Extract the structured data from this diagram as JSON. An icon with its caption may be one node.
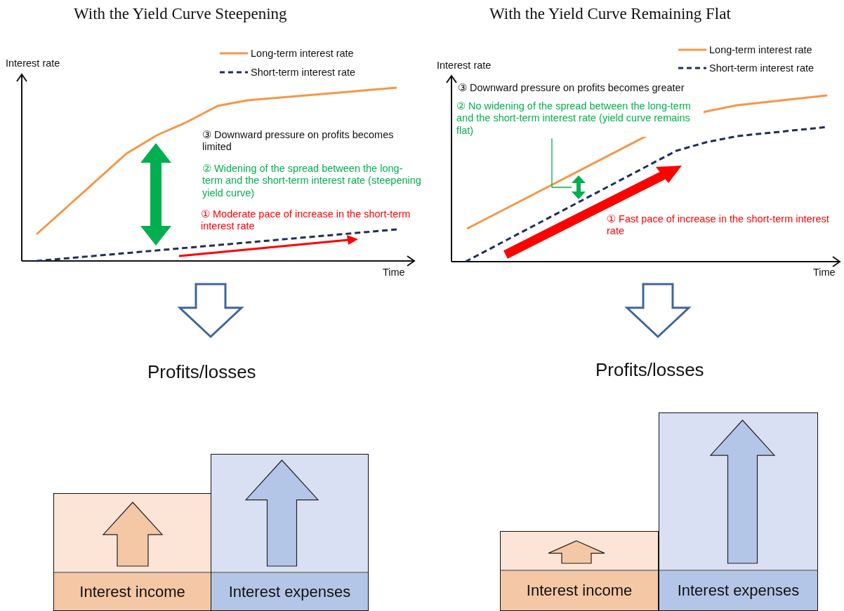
{
  "diagram": {
    "nodes": [
      {
        "text": [
          "Interest income"
        ]
      },
      {
        "text": [
          "Interest expenses"
        ]
      },
      {
        "text": [
          "Interest income"
        ]
      },
      {
        "text": [
          "Interest expenses"
        ]
      },
      {
        "text": [
          "② No widening of the spread between the long-term and the short-term interest rate (yield curve remains flat)"
        ]
      },
      {
        "text": [],
        "shape": "arrow"
      }
    ],
    "edges": [
      {
        "from": 4,
        "to": 5,
        "arrow": "none"
      }
    ],
    "labels": [
      "With the Yield Curve Steepening",
      "Interest rate",
      "Time",
      "③ Downward pressure on profits becomes limited",
      "② Widening of the spread between the long-term and the short-term interest rate (steepening yield curve)",
      "① Moderate pace of increase in the short-term interest rate",
      "Profits/losses",
      "With the Yield Curve Remaining Flat",
      "Interest rate",
      "Time",
      "③ Downward pressure on profits becomes greater",
      "① Fast pace of increase in the short-term interest rate",
      "Profits/losses"
    ],
    "legend": [
      {
        "text": "Long-term interest rate"
      },
      {
        "text": "Short-term interest rate"
      },
      {
        "text": "Long-term interest rate"
      },
      {
        "text": "Short-term interest rate"
      }
    ]
  }
}
